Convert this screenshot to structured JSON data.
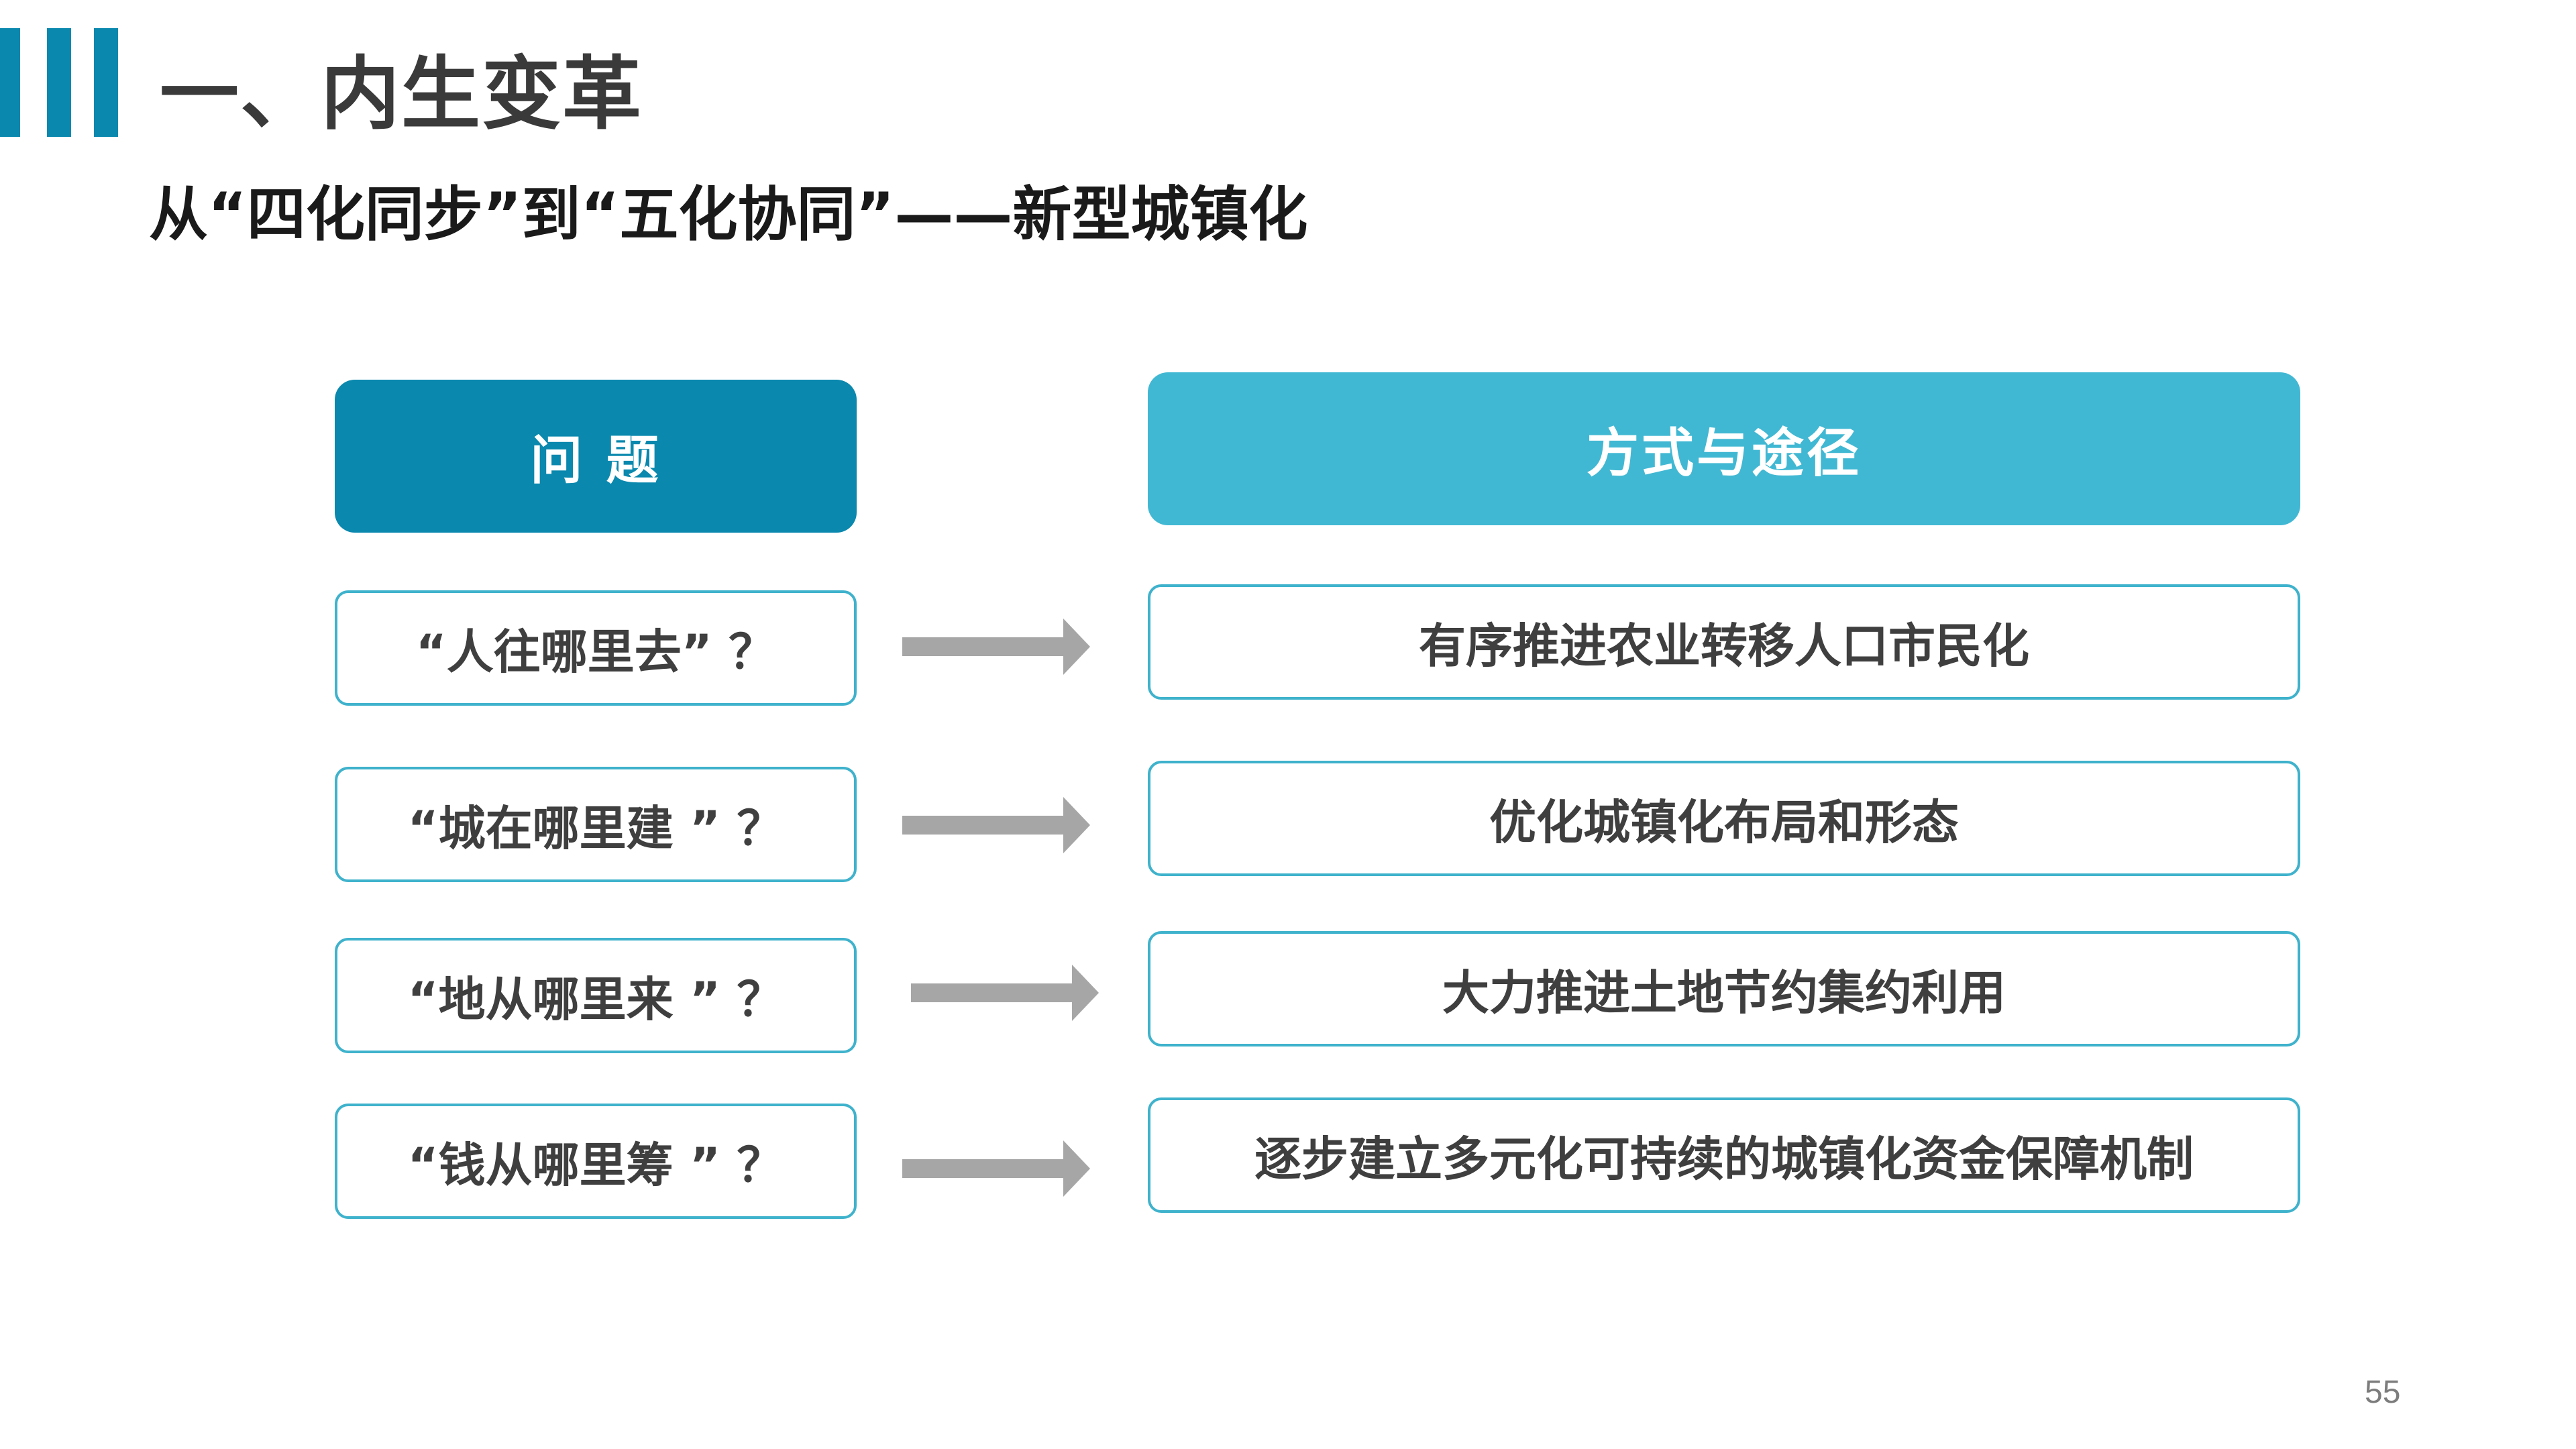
{
  "slide": {
    "title": "一、内生变革",
    "subtitle": "从“四化同步”到“五化协同”——新型城镇化",
    "page_number": "55"
  },
  "headers": {
    "left": "问 题",
    "right": "方式与途径"
  },
  "rows": [
    {
      "question": "“人往哪里去” ？",
      "answer": "有序推进农业转移人口市民化"
    },
    {
      "question": "“城在哪里建 ” ？",
      "answer": "优化城镇化布局和形态"
    },
    {
      "question": "“地从哪里来 ” ？",
      "answer": "大力推进土地节约集约利用"
    },
    {
      "question": "“钱从哪里筹 ” ？",
      "answer": "逐步建立多元化可持续的城镇化资金保障机制"
    }
  ],
  "colors": {
    "primary": "#0a88ae",
    "secondary": "#41b8d3",
    "border": "#3fb2cc",
    "arrow": "#a6a6a6"
  }
}
